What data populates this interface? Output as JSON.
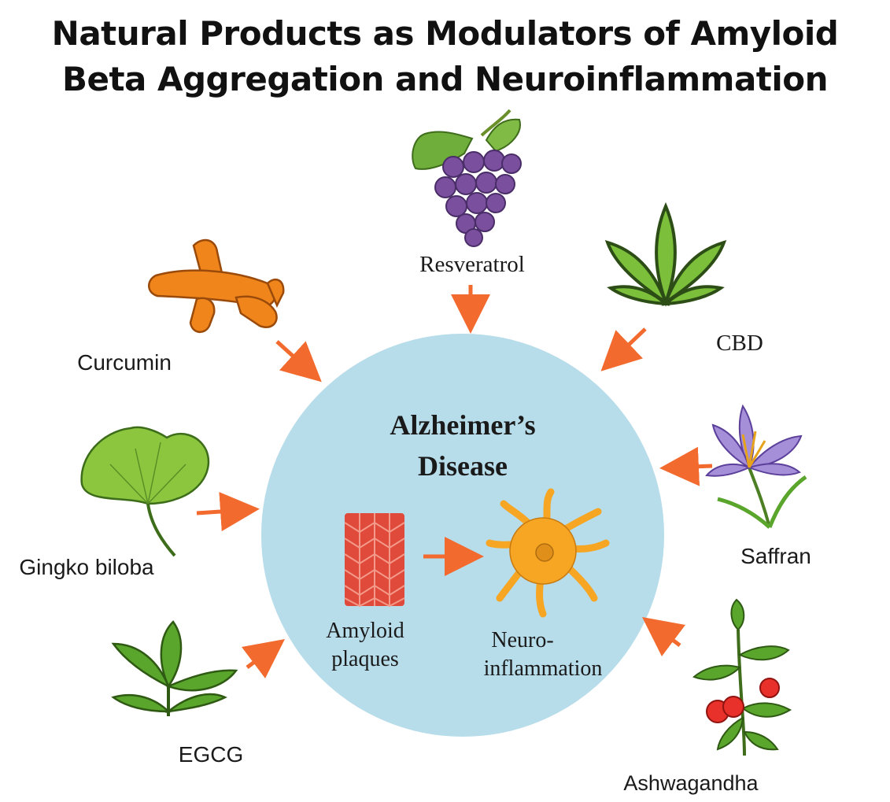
{
  "title": {
    "line1": "Natural Products as Modulators of Amyloid",
    "line2": "Beta Aggregation and Neuroinflammation"
  },
  "center": {
    "line1": "Alzheimer’s",
    "line2": "Disease",
    "amyloid_line1": "Amyloid",
    "amyloid_line2": "plaques",
    "neuro_line1": "Neuro-",
    "neuro_line2": "inflammation"
  },
  "products": {
    "resveratrol": "Resveratrol",
    "cbd": "CBD",
    "curcumin": "Curcumin",
    "ginkgo": "Gingko biloba",
    "saffran": "Saffran",
    "egcg": "EGCG",
    "ashwagandha": "Ashwagandha"
  },
  "colors": {
    "arrow": "#f26a2e",
    "circle": "#b7dcea",
    "leaf_green": "#5aa52c",
    "grape": "#7a4f9e",
    "turmeric": "#f0861b",
    "plaque": "#e04a3a",
    "neuron": "#f6a623",
    "saffron": "#a58fd8",
    "berry": "#e8312a"
  }
}
